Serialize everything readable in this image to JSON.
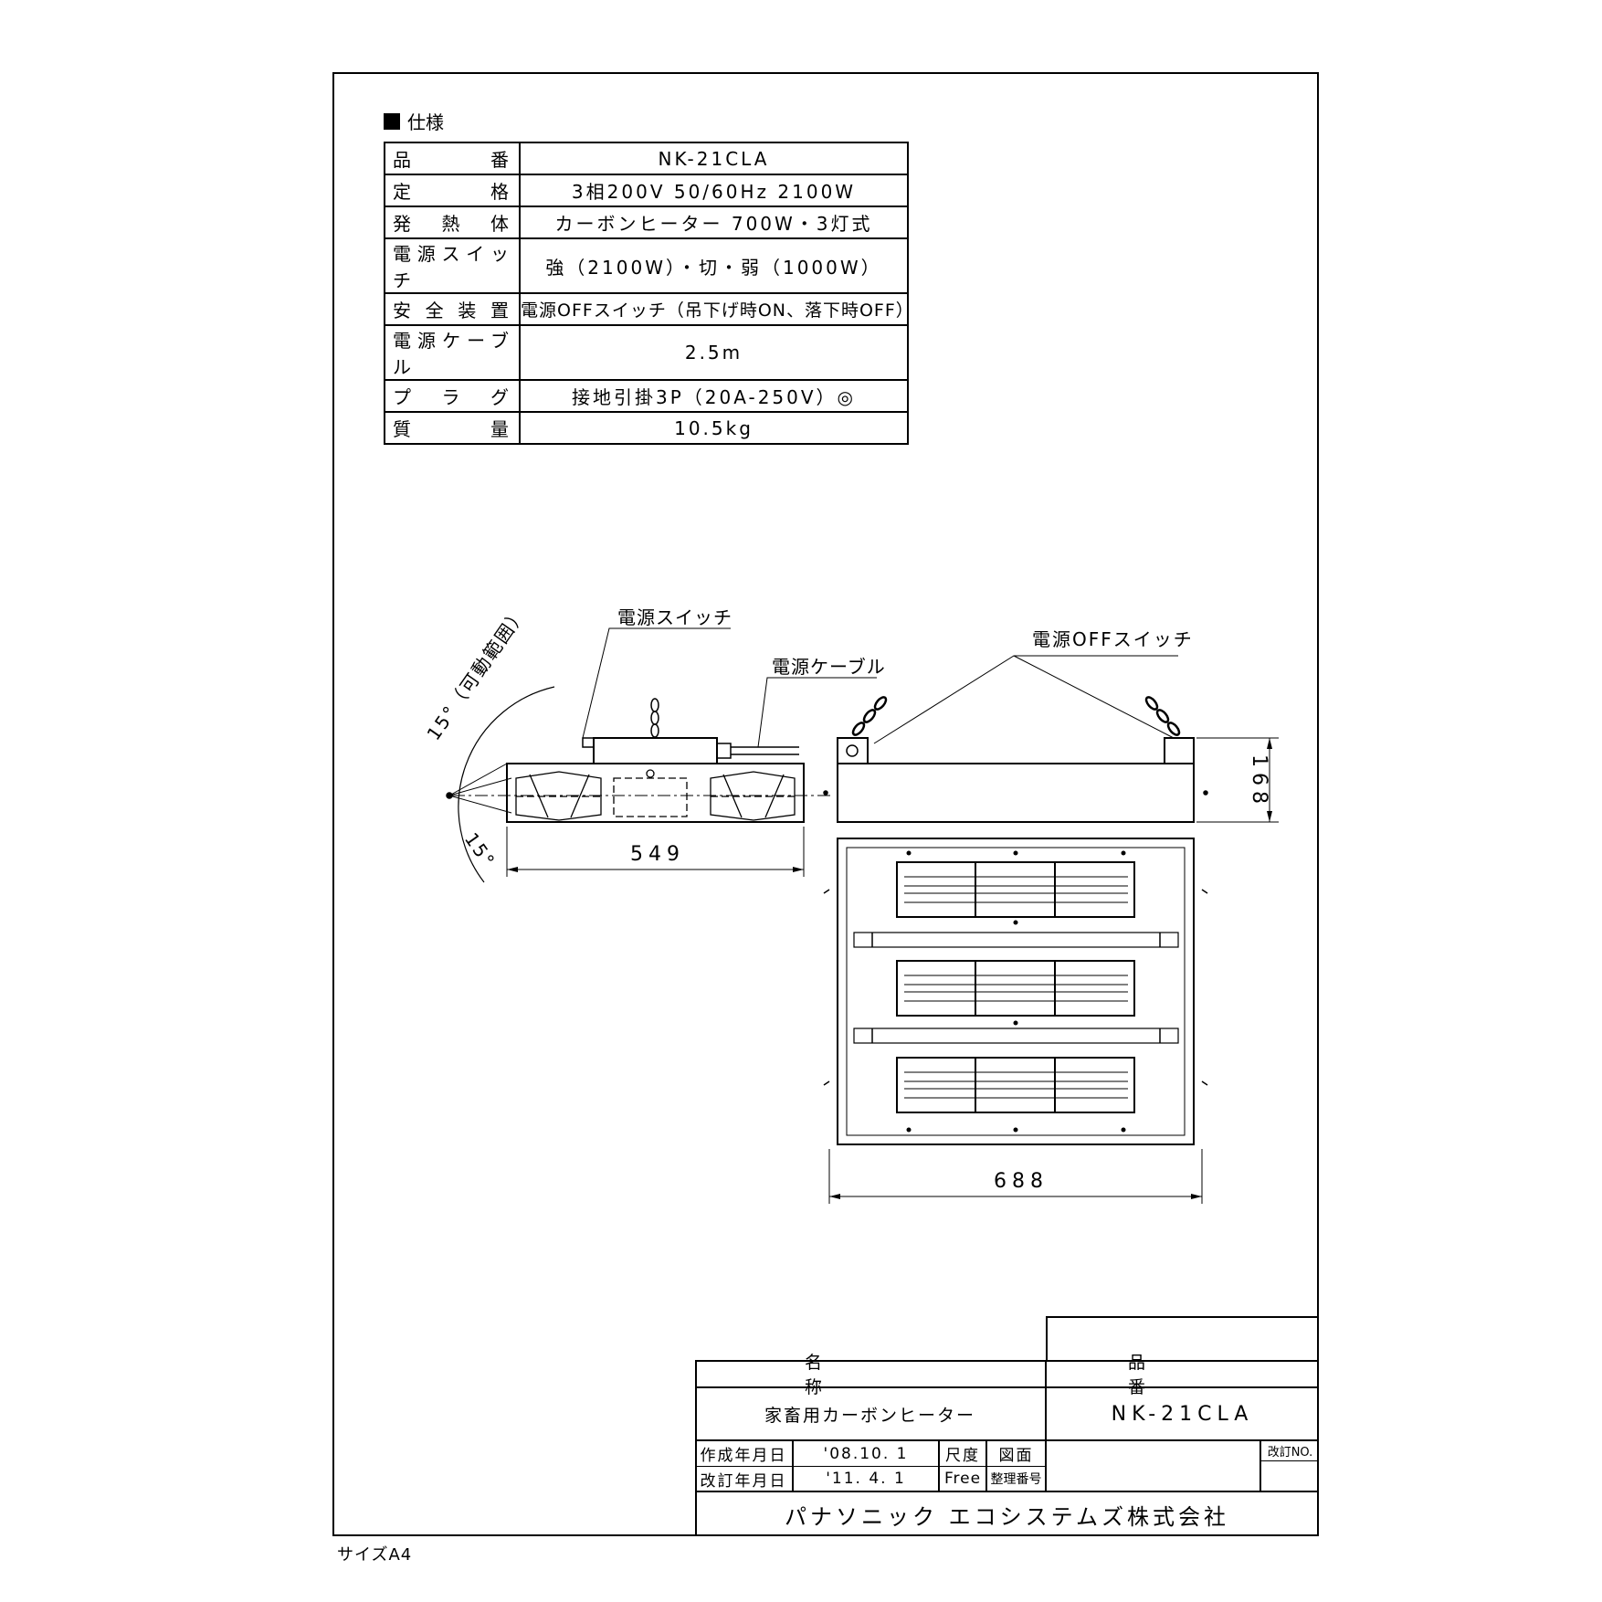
{
  "spec": {
    "heading": "仕様",
    "rows": [
      {
        "label": "品番",
        "value": "NK-21CLA"
      },
      {
        "label": "定格",
        "value": "3相200V 50/60Hz 2100W"
      },
      {
        "label": "発熱体",
        "value": "カーボンヒーター 700W・3灯式"
      },
      {
        "label": "電源スイッチ",
        "value": "強（2100W）・切・弱（1000W）"
      },
      {
        "label": "安全装置",
        "value": "電源OFFスイッチ（吊下げ時ON、落下時OFF）"
      },
      {
        "label": "電源ケーブル",
        "value": "2.5m"
      },
      {
        "label": "プラグ",
        "value": "接地引掛3P（20A-250V）◎"
      },
      {
        "label": "質量",
        "value": "10.5kg"
      }
    ]
  },
  "drawing": {
    "callout_power_switch": "電源スイッチ",
    "callout_power_cable": "電源ケーブル",
    "callout_off_switch": "電源OFFスイッチ",
    "angle_top": "15°（可動範囲）",
    "angle_bottom": "15°",
    "dim_side_width": "549",
    "dim_height": "168",
    "dim_bottom_width": "688"
  },
  "title_block": {
    "name_header": "名称",
    "name_value": "家畜用カーボンヒーター",
    "part_header": "品番",
    "part_value": "NK-21CLA",
    "created_label": "作成年月日",
    "created_value": "'08.10. 1",
    "revised_label": "改訂年月日",
    "revised_value": "'11. 4. 1",
    "scale_label": "尺度",
    "scale_value": "Free",
    "drawing_label": "図面",
    "ref_label": "整理番号",
    "revision_no_label": "改訂NO.",
    "company": "パナソニック エコシステムズ株式会社"
  },
  "size_note": "サイズA4"
}
